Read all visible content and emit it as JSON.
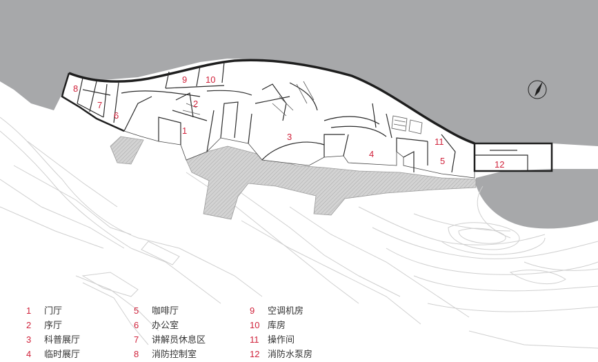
{
  "colors": {
    "water": "#a7a8aa",
    "wall": "#1e1e1e",
    "accent": "#d0213a",
    "deck": "#c9c9c9",
    "landscape": "#d4d4d4"
  },
  "icons": {
    "north_arrow": "north-arrow-icon"
  },
  "plan_labels": [
    "1",
    "2",
    "3",
    "4",
    "5",
    "6",
    "7",
    "8",
    "9",
    "10",
    "11",
    "12"
  ],
  "legend": [
    {
      "num": "1",
      "label": "门厅"
    },
    {
      "num": "2",
      "label": "序厅"
    },
    {
      "num": "3",
      "label": "科普展厅"
    },
    {
      "num": "4",
      "label": "临时展厅"
    },
    {
      "num": "5",
      "label": "咖啡厅"
    },
    {
      "num": "6",
      "label": "办公室"
    },
    {
      "num": "7",
      "label": "讲解员休息区"
    },
    {
      "num": "8",
      "label": "消防控制室"
    },
    {
      "num": "9",
      "label": "空调机房"
    },
    {
      "num": "10",
      "label": "库房"
    },
    {
      "num": "11",
      "label": "操作间"
    },
    {
      "num": "12",
      "label": "消防水泵房"
    }
  ]
}
